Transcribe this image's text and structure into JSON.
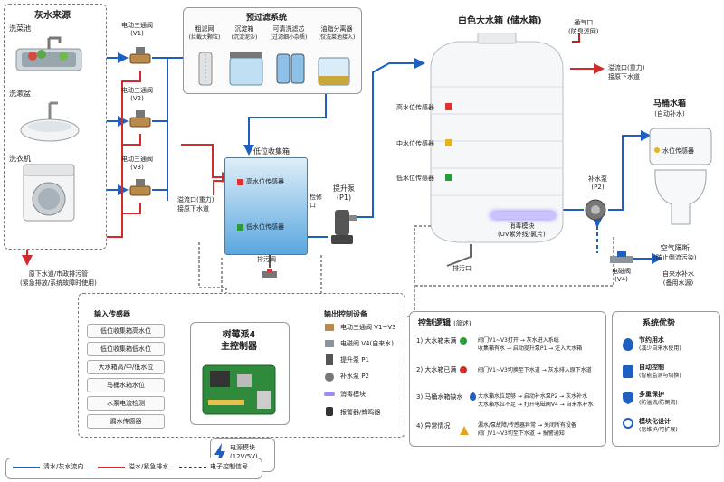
{
  "greywater": {
    "title": "灰水来源",
    "sources": [
      "洗菜池",
      "洗漱盆",
      "洗衣机"
    ],
    "valves": [
      "电动三通阀\n(V1)",
      "电动三通阀\n(V2)",
      "电动三通阀\n(V3)"
    ],
    "valve_names": [
      "电动三通阀",
      "电动三通阀",
      "电动三通阀"
    ],
    "valve_ids": [
      "(V1)",
      "(V2)",
      "(V3)"
    ],
    "sewer_note_1": "原下水道/市政排污管",
    "sewer_note_2": "(紧急排放/系统故障时使用)"
  },
  "prefilter": {
    "title": "预过滤系统",
    "stages": [
      {
        "name": "粗滤网",
        "sub": "(拦截大颗粒)"
      },
      {
        "name": "沉淀箱",
        "sub": "(沉淀泥沙)"
      },
      {
        "name": "可清洗滤芯",
        "sub": "(过滤细小杂质)"
      },
      {
        "name": "油脂分离器",
        "sub": "(仅洗菜池接入)"
      }
    ]
  },
  "low_tank": {
    "title": "低位收集箱",
    "high_sensor": "高水位传感器",
    "low_sensor": "低水位传感器",
    "overflow_1": "溢流口(重力)",
    "overflow_2": "接原下水道",
    "access": "检修",
    "access2": "口",
    "drain": "排污阀"
  },
  "pump_p1": {
    "name": "提升泵",
    "id": "(P1)"
  },
  "big_tank": {
    "title": "白色大水箱 (储水箱)",
    "vent": "通气口",
    "vent_sub": "(防臭滤网)",
    "overflow_1": "溢流口(重力)",
    "overflow_2": "接原下水道",
    "sensors": [
      "高水位传感器",
      "中水位传感器",
      "低水位传感器"
    ],
    "uv_1": "消毒模块",
    "uv_2": "(UV紫外线/氯片)",
    "drain": "排污口"
  },
  "toilet": {
    "title": "马桶水箱",
    "sub": "(自动补水)",
    "sensor": "水位传感器",
    "pump": "补水泵",
    "pump_id": "(P2)",
    "gap_1": "空气隔断",
    "gap_2": "(防止倒流污染)",
    "valve": "电磁阀",
    "valve_id": "(V4)",
    "tap_1": "自来水补水",
    "tap_2": "(备用水源)"
  },
  "controller": {
    "name_1": "树莓派4",
    "name_2": "主控制器",
    "inputs_title": "输入传感器",
    "inputs": [
      "低位收集箱高水位",
      "低位收集箱低水位",
      "大水箱高/中/低水位",
      "马桶水箱水位",
      "水泵电流检测",
      "漏水传感器"
    ],
    "outputs_title": "输出控制设备",
    "outputs": [
      "电动三通阀 V1~V3",
      "电磁阀 V4(自来水)",
      "提升泵 P1",
      "补水泵 P2",
      "消毒模块",
      "报警器/蜂鸣器"
    ],
    "power_1": "电源模块",
    "power_2": "(12V/5V)"
  },
  "logic": {
    "title": "控制逻辑",
    "title_sub": "(简述)",
    "rules": [
      {
        "no": "1)",
        "cond": "大水箱未满",
        "lines": [
          "阀门V1~V3打开 → 灰水进入系统",
          "收集箱有水 → 启动提升泵P1 → 注入大水箱"
        ]
      },
      {
        "no": "2)",
        "cond": "大水箱已满",
        "lines": [
          "阀门V1~V3切换至下水道 → 灰水排入原下水道"
        ]
      },
      {
        "no": "3)",
        "cond": "马桶水箱缺水",
        "lines": [
          "大水箱水位足够 → 启动补水泵P2 → 灰水补水",
          "大水箱水位不足 → 打开电磁阀V4 → 自来水补水"
        ]
      },
      {
        "no": "4)",
        "cond": "异常情况",
        "lines": [
          "漏水/泵故障/传感器异常 → 关闭所有设备",
          "阀门V1~V3切至下水道 → 报警通知"
        ]
      }
    ]
  },
  "advantages": {
    "title": "系统优势",
    "items": [
      {
        "name": "节约用水",
        "sub": "(减少自来水使用)"
      },
      {
        "name": "自动控制",
        "sub": "(智能监测与切换)"
      },
      {
        "name": "多重保护",
        "sub": "(防溢流/防倒流)"
      },
      {
        "name": "模块化设计",
        "sub": "(易维护/可扩展)"
      }
    ]
  },
  "legend": {
    "clean": "清水/灰水流向",
    "overflow": "溢水/紧急排水",
    "signal": "电子控制信号"
  },
  "colors": {
    "water": "#1f5fbf",
    "overflow": "#d12b2b",
    "signal": "#333333",
    "tank_blue": "#5aa7e0"
  }
}
